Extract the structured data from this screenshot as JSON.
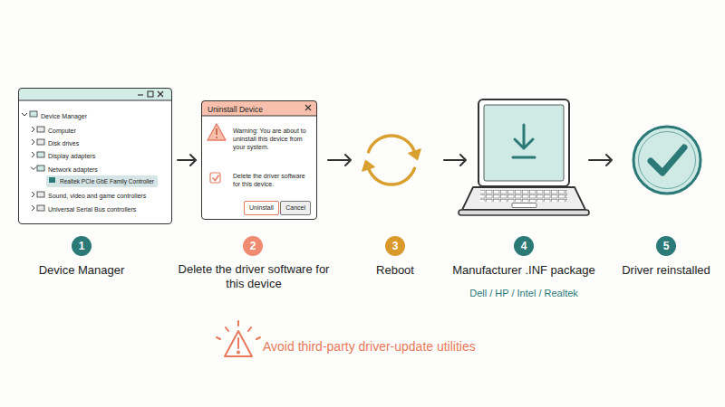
{
  "diagram": {
    "nodes": [
      {
        "text": [
          "Device Manager",
          "Computer",
          "Disk drives",
          "Display adapters",
          "Network adapters",
          "Sound, video and game controllers",
          "Universal Serial Bus controllers"
        ]
      },
      {
        "text": [
          "Realtek PCIe GbE Family Controller"
        ],
        "in": 0
      },
      {
        "text": [
          "1"
        ]
      },
      {
        "text": [
          "Uninstall Device",
          "Warning: You are about to uninstall this device from your system.",
          "Delete the driver software for this device."
        ]
      },
      {
        "text": [
          "Uninstall"
        ],
        "in": 3
      },
      {
        "text": [
          "Cancel"
        ],
        "in": 3
      },
      {
        "text": [
          "2"
        ]
      },
      {
        "text": [
          "3"
        ]
      },
      {
        "text": [
          "4"
        ]
      },
      {
        "text": [
          "5"
        ]
      }
    ],
    "edges": [
      {
        "from": 0,
        "to": 3,
        "arrow": "to"
      }
    ],
    "labels": [
      "Device Manager",
      "Delete the driver software for this device",
      "Reboot",
      "Manufacturer .INF package",
      "Dell / HP / Intel / Realtek",
      "Driver reinstalled",
      "Avoid third-party driver-update utilities"
    ]
  }
}
